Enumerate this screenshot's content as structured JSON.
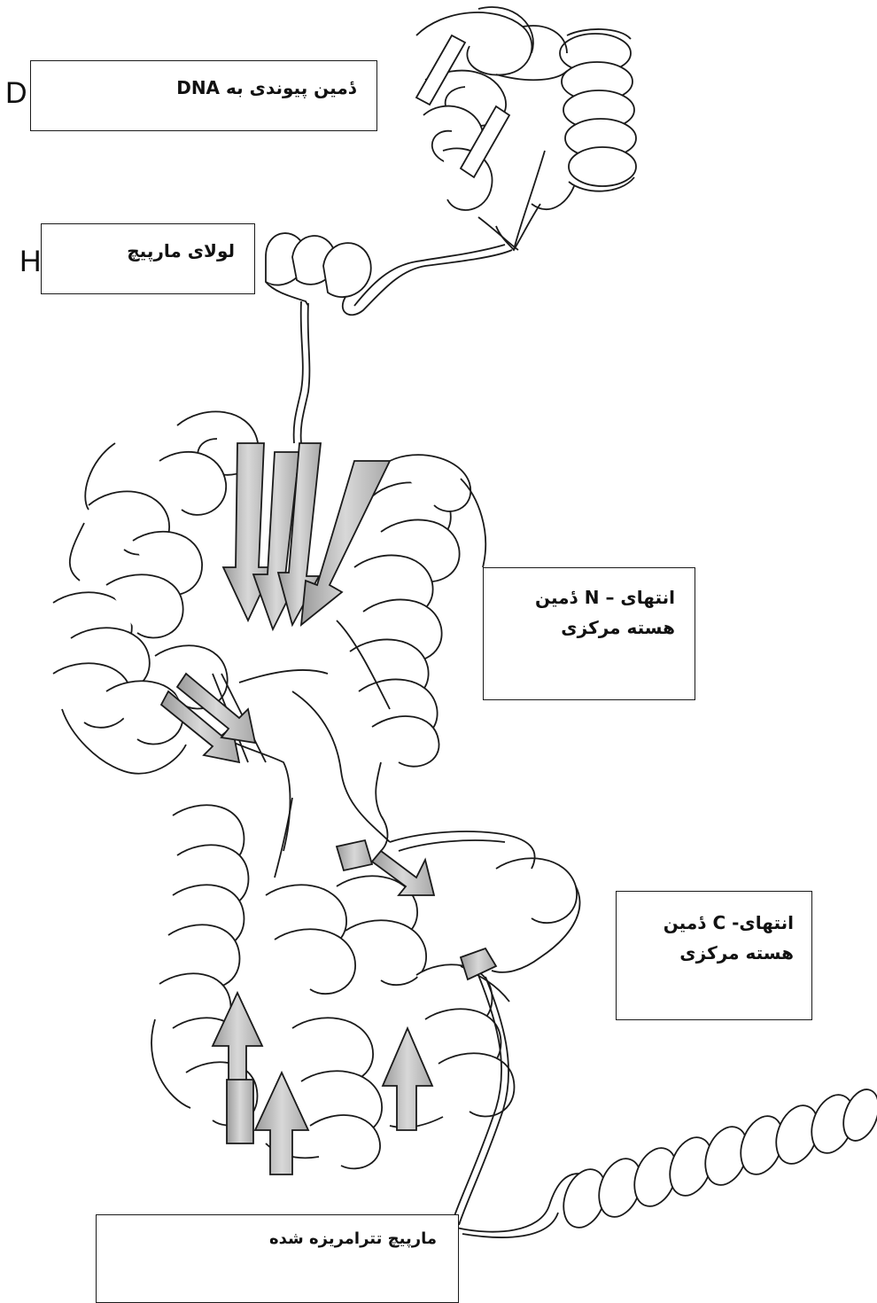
{
  "labels": {
    "dna_binding_domain": "دٔمین پیوندی به DNA",
    "hinge_helix": "لولای  مارپیچ",
    "n_terminal_core_line1": "انتهای – N دٔمین",
    "n_terminal_core_line2": "هسته مرکزی",
    "c_terminal_core_line1": "انتهای- C دٔمین",
    "c_terminal_core_line2": "هسته مرکزی",
    "tetramerization_helix": "مارپیچ تترامریزه شده"
  },
  "edge_letters": {
    "left_top": "D",
    "left_middle": "H"
  },
  "colors": {
    "line": "#1a1a1a",
    "ribbon_fill": "#ffffff",
    "strand_shade": "#b9b9b9",
    "background": "#ffffff"
  }
}
